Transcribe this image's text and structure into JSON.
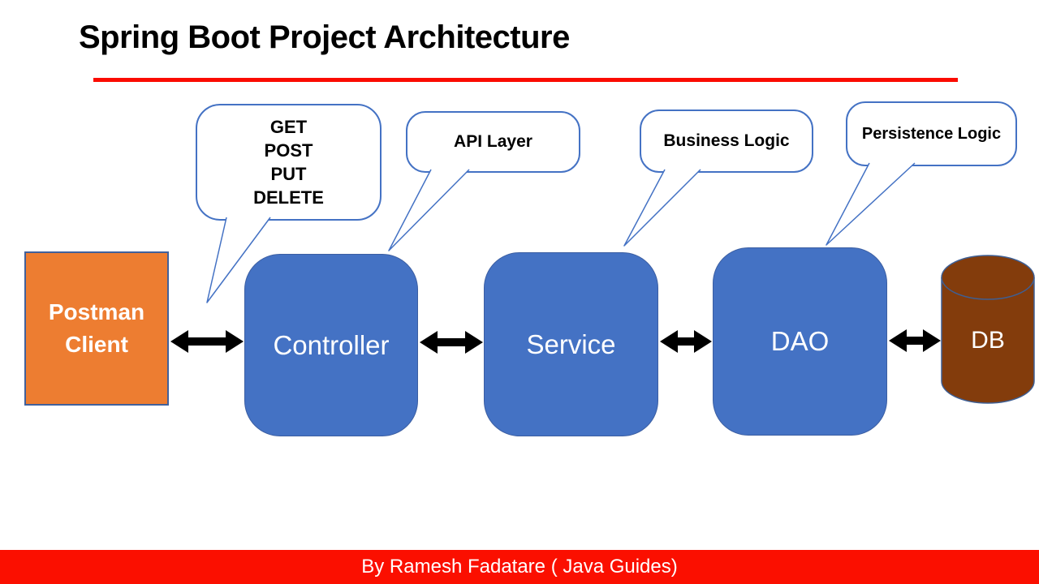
{
  "title": "Spring Boot Project Architecture",
  "callouts": {
    "http_methods": {
      "lines": [
        "GET",
        "POST",
        "PUT",
        "DELETE"
      ]
    },
    "api_layer": {
      "label": "API Layer"
    },
    "business_logic": {
      "label": "Business Logic"
    },
    "persistence_logic": {
      "label": "Persistence Logic"
    }
  },
  "nodes": {
    "postman": {
      "line1": "Postman",
      "line2": "Client"
    },
    "controller": {
      "label": "Controller"
    },
    "service": {
      "label": "Service"
    },
    "dao": {
      "label": "DAO"
    },
    "db": {
      "label": "DB"
    }
  },
  "footer": {
    "credit": "By Ramesh Fadatare ( Java Guides)"
  },
  "colors": {
    "accent_blue": "#4472c4",
    "node_border_blue": "#3b5ea2",
    "orange": "#ed7d31",
    "orange_border": "#41619b",
    "db_brown": "#833c0c",
    "db_outline": "#3e5f94",
    "accent_red": "#fb0b00",
    "arrow_black": "#000000",
    "text_white": "#ffffff",
    "text_black": "#000000"
  }
}
